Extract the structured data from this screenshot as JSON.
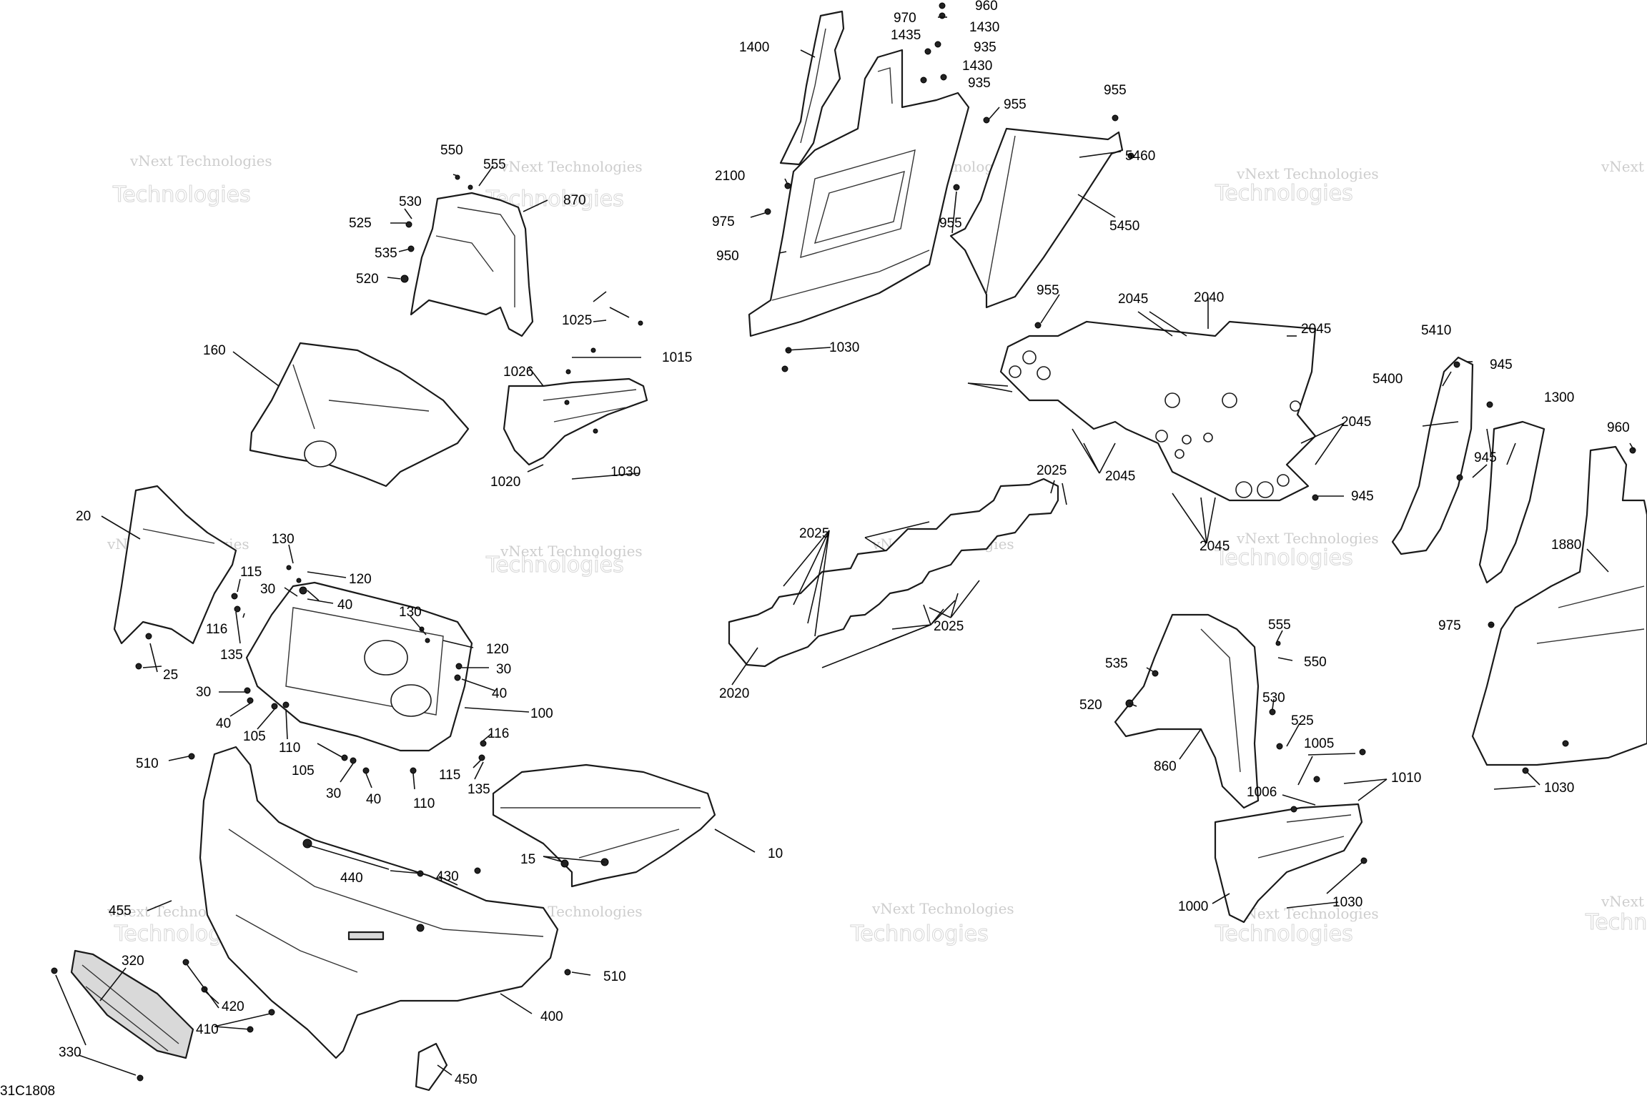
{
  "drawing_ref": "31C1808",
  "watermark": {
    "line1": "vNext Technologies",
    "line2": "vNext",
    "line3": "Technologies"
  },
  "callouts": {
    "c960a": "960",
    "c970": "970",
    "c1430a": "1430",
    "c1435": "1435",
    "c935a": "935",
    "c1430b": "1430",
    "c935b": "935",
    "c1400": "1400",
    "c955a": "955",
    "c955b": "955",
    "c5460": "5460",
    "c2100": "2100",
    "c5450": "5450",
    "c975a": "975",
    "c955c": "955",
    "c950": "950",
    "c955d": "955",
    "c2040": "2040",
    "c2045a": "2045",
    "c2045b": "2045",
    "c1030a": "1030",
    "c550a": "550",
    "c555a": "555",
    "c530a": "530",
    "c870": "870",
    "c525a": "525",
    "c535a": "535",
    "c520a": "520",
    "c1025": "1025",
    "c1015": "1015",
    "c160": "160",
    "c1026": "1026",
    "c1020": "1020",
    "c1030b": "1030",
    "c2045c": "2045",
    "c2045d": "2045",
    "c2045e": "2045",
    "c945a": "945",
    "c5410": "5410",
    "c945b": "945",
    "c5400": "5400",
    "c1300": "1300",
    "c960b": "960",
    "c945c": "945",
    "c2025a": "2025",
    "c2025b": "2025",
    "c2025c": "2025",
    "c1880": "1880",
    "c975b": "975",
    "c2020": "2020",
    "c20": "20",
    "c130a": "130",
    "c120a": "120",
    "c115a": "115",
    "c30a": "30",
    "c40a": "40",
    "c116a": "116",
    "c135a": "135",
    "c25": "25",
    "c30b": "30",
    "c40b": "40",
    "c105a": "105",
    "c110a": "110",
    "c130b": "130",
    "c120b": "120",
    "c30c": "30",
    "c40c": "40",
    "c100": "100",
    "c116b": "116",
    "c115b": "115",
    "c135b": "135",
    "c105b": "105",
    "c30d": "30",
    "c40d": "40",
    "c110b": "110",
    "c510a": "510",
    "c10": "10",
    "c440": "440",
    "c430": "430",
    "c15": "15",
    "c455": "455",
    "c320": "320",
    "c420": "420",
    "c410": "410",
    "c510b": "510",
    "c400": "400",
    "c330": "330",
    "c450": "450",
    "c555b": "555",
    "c535b": "535",
    "c550b": "550",
    "c520b": "520",
    "c530b": "530",
    "c525b": "525",
    "c860": "860",
    "c1005": "1005",
    "c1010": "1010",
    "c1006": "1006",
    "c1030c": "1030",
    "c1000": "1000",
    "c1030d": "1030"
  }
}
